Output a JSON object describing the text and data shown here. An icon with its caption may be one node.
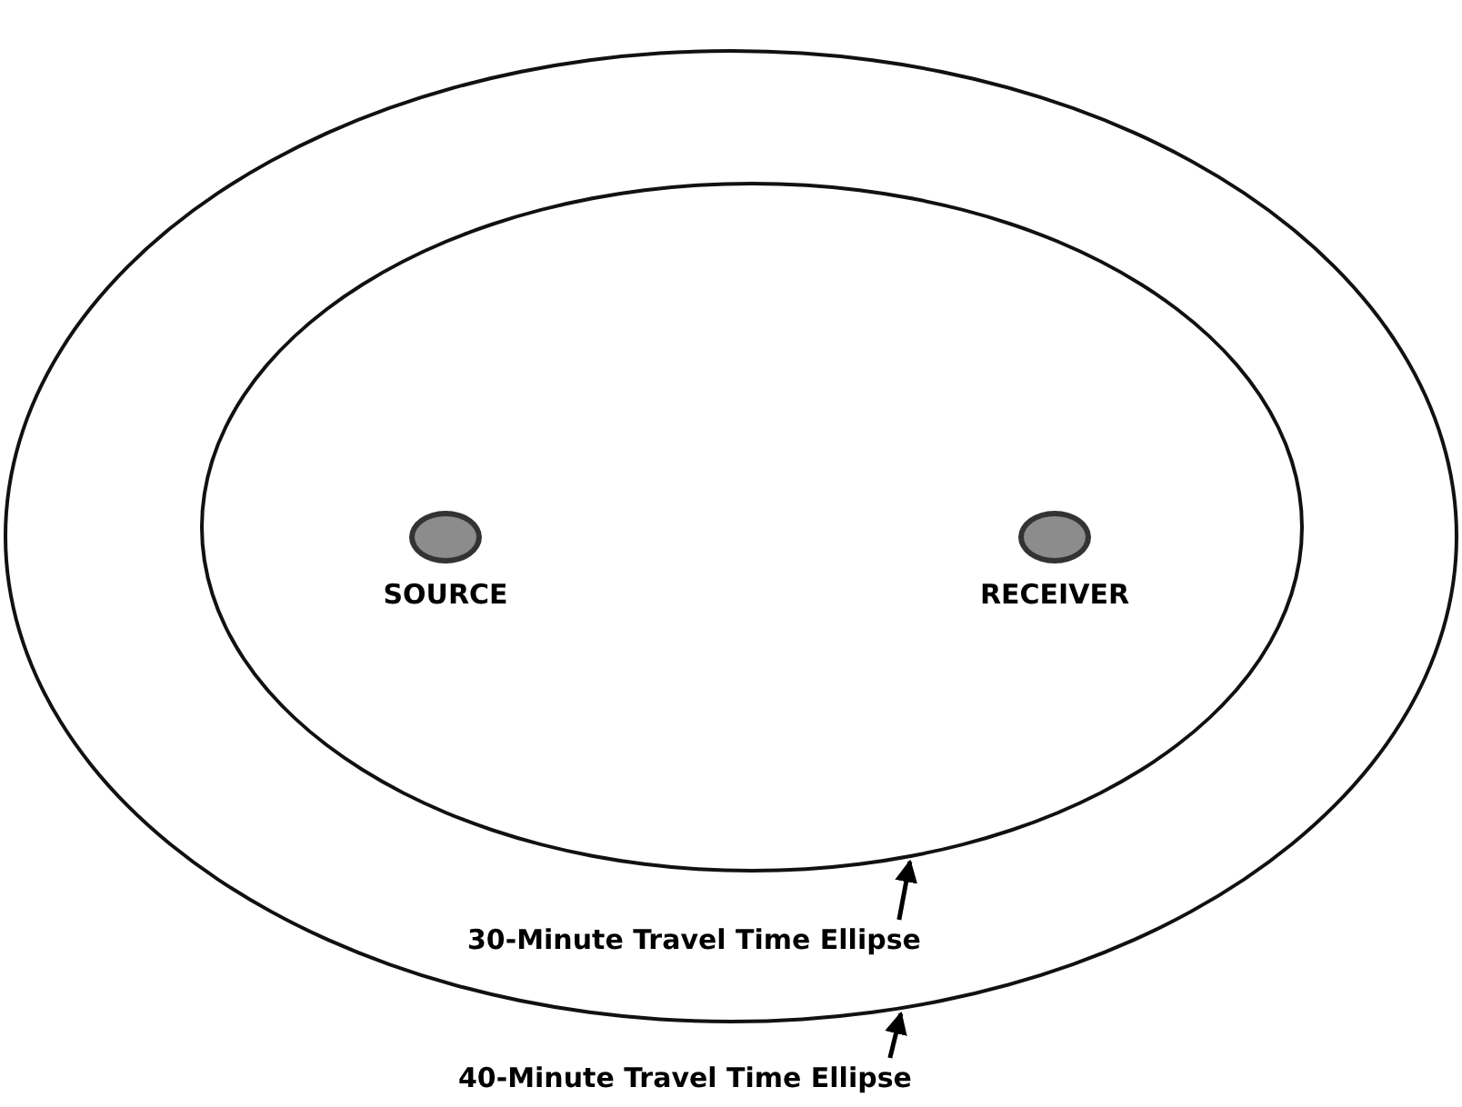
{
  "diagram": {
    "nodes": [
      {
        "text": [],
        "shape": "ellipse"
      },
      {
        "text": [],
        "shape": "ellipse",
        "in": 0
      },
      {
        "text": [],
        "shape": "circle",
        "in": 1,
        "beside": [
          "SOURCE"
        ]
      },
      {
        "text": [],
        "shape": "circle",
        "in": 1,
        "beside": [
          "RECEIVER"
        ]
      },
      {
        "text": [
          "30-Minute Travel Time Ellipse"
        ],
        "in": 0
      },
      {
        "text": [
          "40-Minute Travel Time Ellipse"
        ]
      }
    ],
    "edges": [
      {
        "from": 4,
        "to": 1,
        "arrow": "to"
      },
      {
        "from": 5,
        "to": 0,
        "arrow": "to"
      }
    ]
  }
}
